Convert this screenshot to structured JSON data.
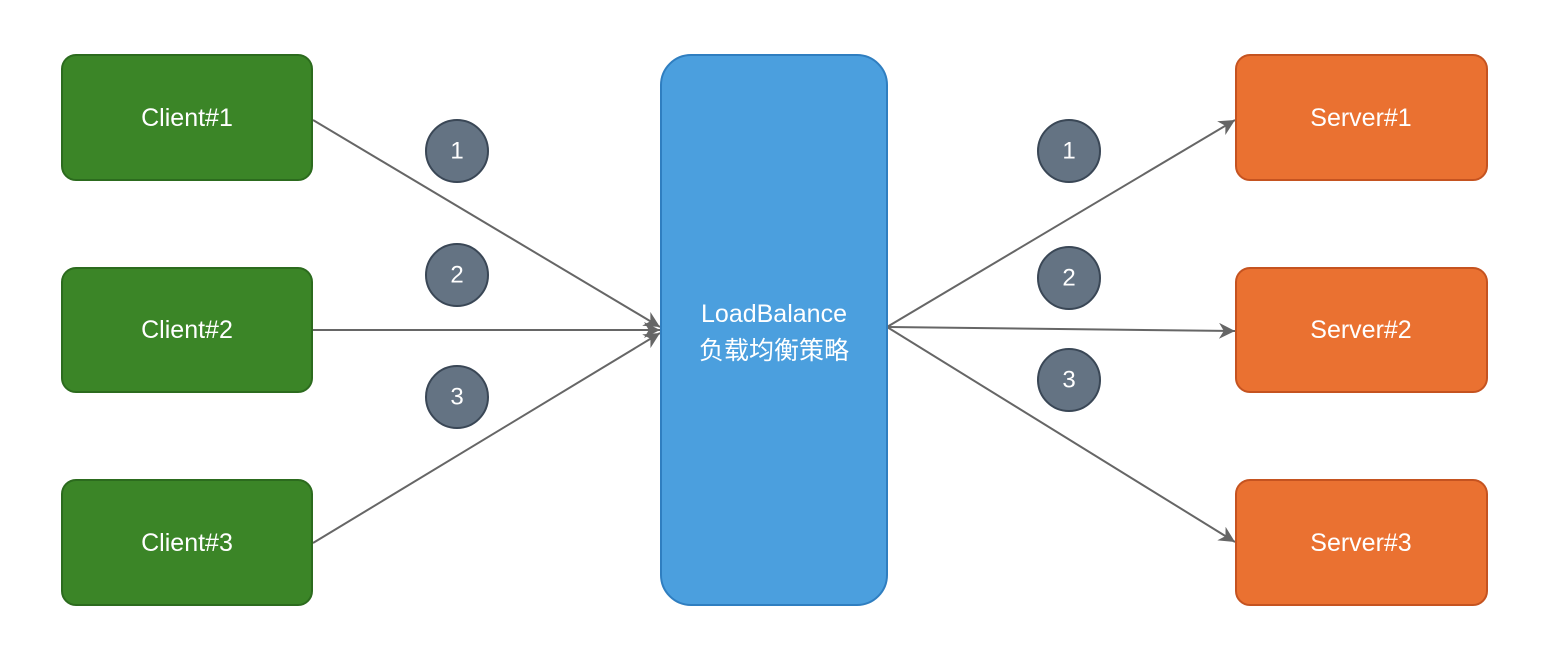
{
  "clients": [
    {
      "label": "Client#1"
    },
    {
      "label": "Client#2"
    },
    {
      "label": "Client#3"
    }
  ],
  "balancer": {
    "line1": "LoadBalance",
    "line2": "负载均衡策略"
  },
  "servers": [
    {
      "label": "Server#1"
    },
    {
      "label": "Server#2"
    },
    {
      "label": "Server#3"
    }
  ],
  "left_steps": [
    "1",
    "2",
    "3"
  ],
  "right_steps": [
    "1",
    "2",
    "3"
  ],
  "colors": {
    "client_fill": "#3b8527",
    "client_stroke": "#2c6b1e",
    "balancer_fill": "#4b9fde",
    "balancer_stroke": "#2f7ec0",
    "server_fill": "#ea7131",
    "server_stroke": "#c55320",
    "step_fill": "#647383",
    "step_stroke": "#3a4756",
    "edge": "#666666"
  }
}
